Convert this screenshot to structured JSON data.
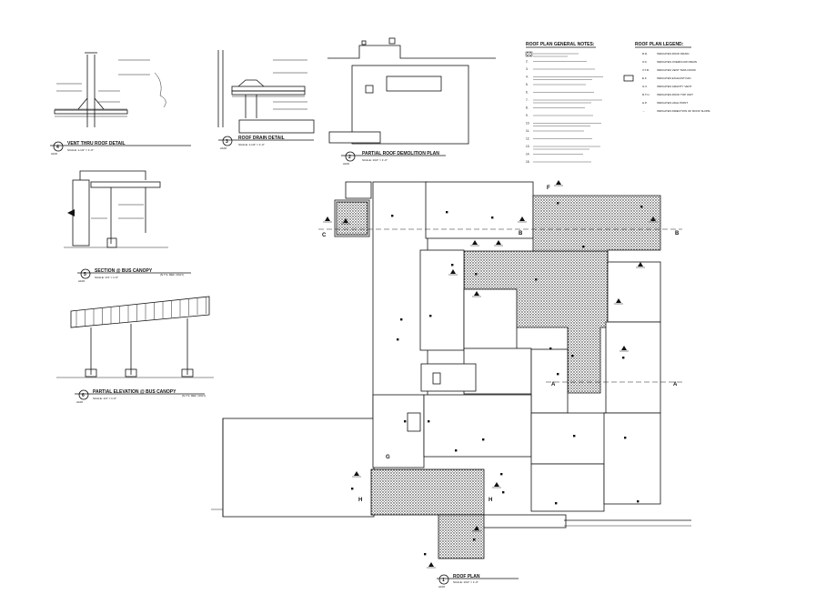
{
  "details": {
    "vent_thru_roof": {
      "number": "4",
      "sheet": "A100",
      "title": "VENT THRU ROOF DETAIL",
      "scale": "SCALE: 1-1/2\" = 1'-0\""
    },
    "roof_drain": {
      "number": "3",
      "sheet": "A100",
      "title": "ROOF DRAIN DETAIL",
      "scale": "SCALE: 1-1/2\" = 1'-0\""
    },
    "partial_roof_demolition": {
      "number": "2",
      "sheet": "A100",
      "title": "PARTIAL ROOF DEMOLITION PLAN",
      "scale": "SCALE: 1/16\" = 1'-0\""
    },
    "section_bus_canopy": {
      "number": "5",
      "sheet": "A100",
      "title": "SECTION @ BUS CANOPY",
      "scale": "SCALE: 1/4\" = 1'-0\"",
      "note": "(N.T.S. REF. ONLY)"
    },
    "partial_elevation_bus_canopy": {
      "number": "6",
      "sheet": "A100",
      "title": "PARTIAL ELEVATION @ BUS CANOPY",
      "scale": "SCALE: 1/4\" = 1'-0\"",
      "note": "(N.T.S. REF. ONLY)"
    },
    "roof_plan": {
      "number": "1",
      "sheet": "A100",
      "title": "ROOF PLAN",
      "scale": "SCALE: 1/16\" = 1'-0\""
    }
  },
  "general_notes": {
    "title": "ROOF PLAN GENERAL NOTES:",
    "items": [
      "1",
      "2",
      "3",
      "4",
      "5",
      "6",
      "7",
      "8",
      "9",
      "10",
      "11",
      "12",
      "13",
      "14",
      "15"
    ]
  },
  "legend": {
    "title": "ROOF PLAN LEGEND:",
    "items": [
      {
        "symbol": "R.D.",
        "label": "INDICATES ROOF DRAIN"
      },
      {
        "symbol": "O.F.",
        "label": "INDICATES OVERFLOW DRAIN"
      },
      {
        "symbol": "V.T.R.",
        "label": "INDICATES VENT THRU ROOF"
      },
      {
        "symbol": "E.F.",
        "label": "INDICATES EXHAUST FAN"
      },
      {
        "symbol": "G.V.",
        "label": "INDICATES GRAVITY VENT"
      },
      {
        "symbol": "R.T.U.",
        "label": "INDICATES ROOF TOP UNIT"
      },
      {
        "symbol": "H.P.",
        "label": "INDICATES HIGH POINT"
      },
      {
        "symbol": "→",
        "label": "INDICATES DIRECTION OF ROOF SLOPE"
      }
    ]
  },
  "grid_labels": {
    "A": "A",
    "B": "B",
    "C": "C",
    "F": "F",
    "G": "G",
    "H": "H"
  },
  "colors": {
    "ink": "#111111",
    "paper": "#ffffff"
  }
}
